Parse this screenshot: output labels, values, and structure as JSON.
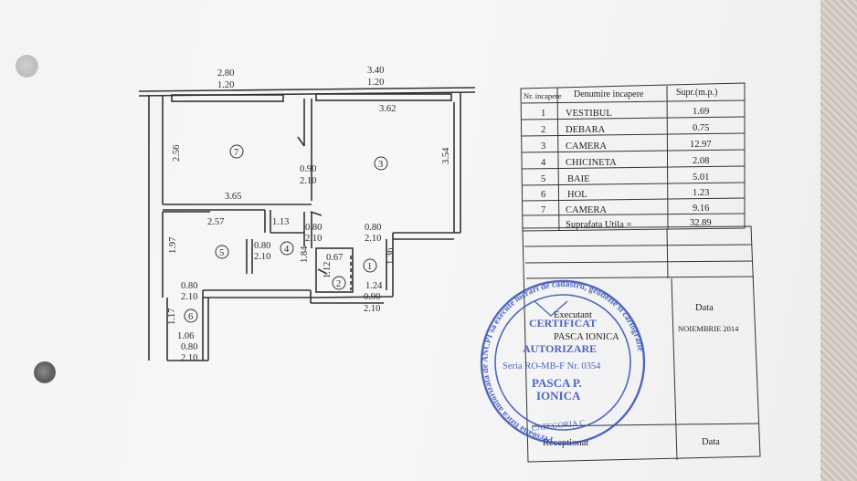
{
  "plan": {
    "top_widths": [
      "2.80",
      "3.40"
    ],
    "top_openings": [
      "1.20",
      "1.20"
    ],
    "rooms": [
      {
        "num": "7",
        "dims": [
          "2.56",
          "3.65"
        ]
      },
      {
        "num": "3",
        "dims": [
          "3.62",
          "3.54"
        ]
      },
      {
        "num": "5",
        "dims": [
          "2.57",
          "1.97"
        ]
      },
      {
        "num": "4",
        "dims": [
          "1.13",
          "1.84"
        ]
      },
      {
        "num": "1",
        "dims": [
          "1.36",
          "1.24"
        ]
      },
      {
        "num": "2",
        "dims": [
          "0.67",
          "1.12"
        ]
      },
      {
        "num": "6",
        "dims": [
          "1.17",
          "1.06"
        ]
      }
    ],
    "doors": {
      "d7_w": "0.90",
      "d7_h": "2.10",
      "d3_w": "0.80",
      "d3_h": "2.10",
      "d4_w": "0.80",
      "d4_h": "2.10",
      "d5_w": "0.80",
      "d5_h": "2.10",
      "d6_w": "0.80",
      "d6_h": "2.10",
      "d1_w": "0.90",
      "d1_h": "2.10",
      "d6b_w": "0.80",
      "d6b_h": "2.10"
    }
  },
  "table": {
    "headers": [
      "Nr. incapere",
      "Denumire incapere",
      "Supr.(m.p.)"
    ],
    "rows": [
      {
        "nr": "1",
        "name": "VESTIBUL",
        "area": "1.69"
      },
      {
        "nr": "2",
        "name": "DEBARA",
        "area": "0.75"
      },
      {
        "nr": "3",
        "name": "CAMERA",
        "area": "12.97"
      },
      {
        "nr": "4",
        "name": "CHICINETA",
        "area": "2.08"
      },
      {
        "nr": "5",
        "name": "BAIE",
        "area": "5.01"
      },
      {
        "nr": "6",
        "name": "HOL",
        "area": "1.23"
      },
      {
        "nr": "7",
        "name": "CAMERA",
        "area": "9.16"
      }
    ],
    "total_label": "Suprafata Utila =",
    "total_value": "32.89",
    "executant_label": "Executant",
    "executant_name": "PASCA IONICA",
    "date_label": "Data",
    "date_value": "NOIEMBRIE 2014",
    "receptionat_label": "Receptionat",
    "date2_label": "Data"
  },
  "stamp": {
    "ring_text": "Persoana fizica autorizata de ANCPI sa execute lucrari de cadastru, geodezie si cartografie",
    "line1": "CERTIFICAT",
    "line2": "AUTORIZARE",
    "serial": "Seria RO-MB-F Nr. 0354",
    "name1": "PASCA P.",
    "name2": "IONICA",
    "category": "CATEGORIA C",
    "color": "#3653b7"
  }
}
